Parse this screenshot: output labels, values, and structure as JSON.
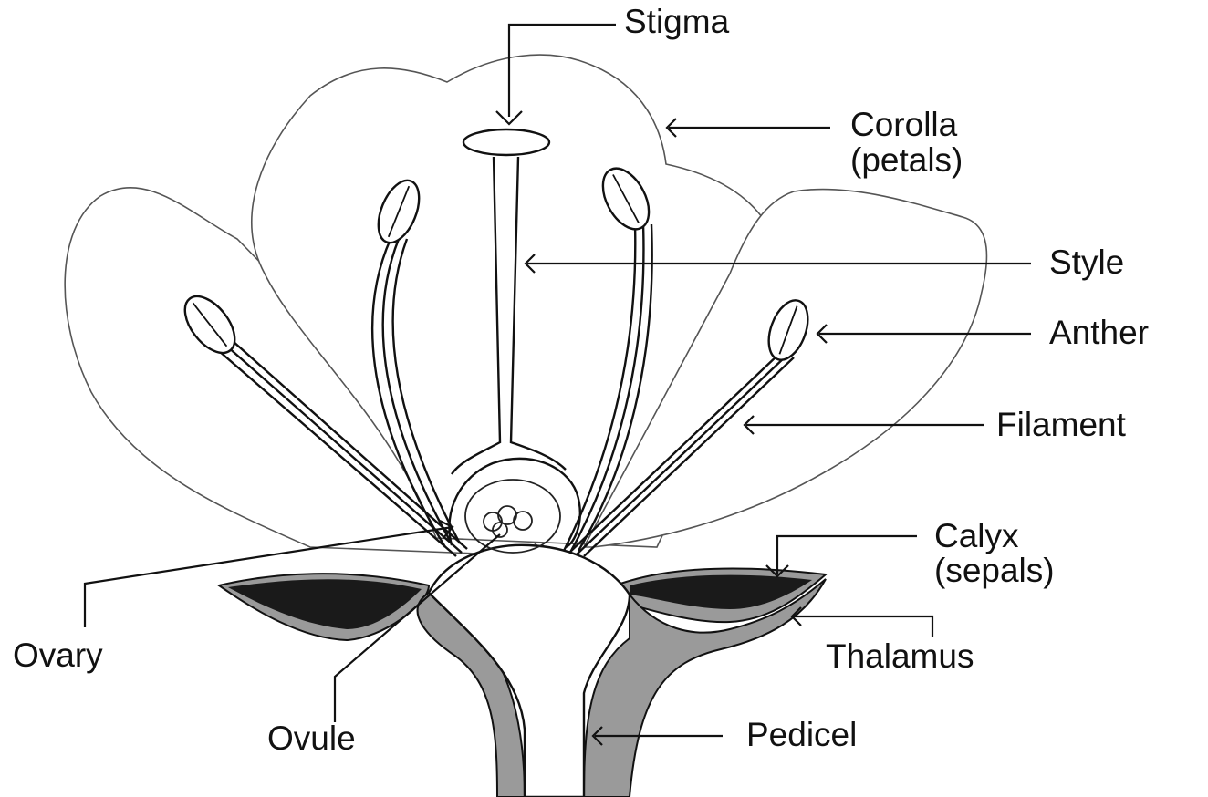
{
  "labels": {
    "stigma": "Stigma",
    "corolla_line1": "Corolla",
    "corolla_line2": "(petals)",
    "style": "Style",
    "anther": "Anther",
    "filament": "Filament",
    "calyx_line1": "Calyx",
    "calyx_line2": "(sepals)",
    "thalamus": "Thalamus",
    "ovary": "Ovary",
    "ovule": "Ovule",
    "pedicel": "Pedicel"
  },
  "colors": {
    "outline": "#111111",
    "petal_outline": "#555555",
    "tissue_gray": "#9a9a9a",
    "sepal_dark": "#1a1a1a"
  }
}
